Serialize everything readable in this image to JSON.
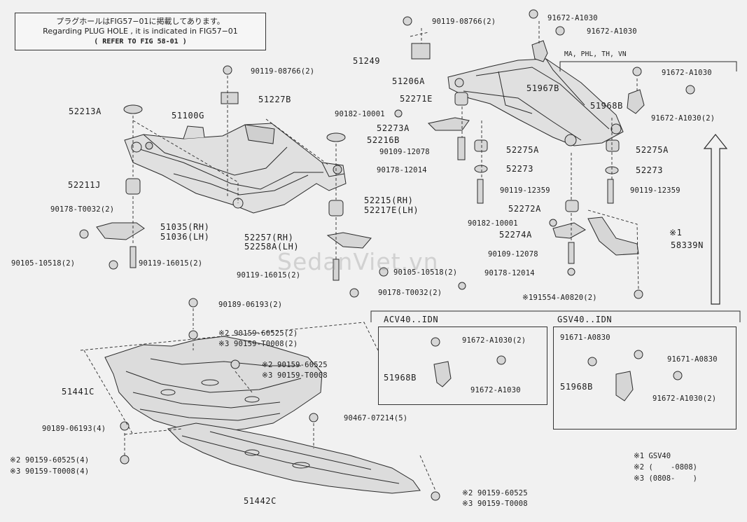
{
  "note": {
    "line1": "プラグホールはFIG57−01に掲載してあります。",
    "line2": "Regarding PLUG HOLE , it is indicated in FIG57−01",
    "line3": "( REFER TO FIG 58-01 )"
  },
  "watermark": "SedanViet.vn",
  "variant_note": "MA, PHL, TH, VN",
  "boxes": {
    "acv": {
      "title": "ACV40..IDN"
    },
    "gsv": {
      "title": "GSV40..IDN"
    }
  },
  "labels": [
    {
      "id": "90119-08766-top",
      "text": "90119-08766(2)"
    },
    {
      "id": "91672-a1030-a",
      "text": "91672-A1030"
    },
    {
      "id": "91672-a1030-b",
      "text": "91672-A1030"
    },
    {
      "id": "51249",
      "text": "51249"
    },
    {
      "id": "51206a",
      "text": "51206A"
    },
    {
      "id": "51967b",
      "text": "51967B"
    },
    {
      "id": "90119-08766-mid",
      "text": "90119-08766(2)"
    },
    {
      "id": "51227b",
      "text": "51227B"
    },
    {
      "id": "52271e",
      "text": "52271E"
    },
    {
      "id": "91672-a1030-c",
      "text": "91672-A1030"
    },
    {
      "id": "51968b-top",
      "text": "51968B"
    },
    {
      "id": "91672-a1030-2-top",
      "text": "91672-A1030(2)"
    },
    {
      "id": "90182-10001-top",
      "text": "90182-10001"
    },
    {
      "id": "52213a",
      "text": "52213A"
    },
    {
      "id": "51100g",
      "text": "51100G"
    },
    {
      "id": "52273a",
      "text": "52273A"
    },
    {
      "id": "52216b",
      "text": "52216B"
    },
    {
      "id": "90109-12078-top",
      "text": "90109-12078"
    },
    {
      "id": "52275a-mid",
      "text": "52275A"
    },
    {
      "id": "52275a-right",
      "text": "52275A"
    },
    {
      "id": "90178-12014-top",
      "text": "90178-12014"
    },
    {
      "id": "52273-mid",
      "text": "52273"
    },
    {
      "id": "52273-right",
      "text": "52273"
    },
    {
      "id": "52211j",
      "text": "52211J"
    },
    {
      "id": "90119-12359-mid",
      "text": "90119-12359"
    },
    {
      "id": "90119-12359-right",
      "text": "90119-12359"
    },
    {
      "id": "52215",
      "text": "52215(RH)"
    },
    {
      "id": "52217e",
      "text": "52217E(LH)"
    },
    {
      "id": "90178-t0032-left",
      "text": "90178-T0032(2)"
    },
    {
      "id": "52272a",
      "text": "52272A"
    },
    {
      "id": "51035",
      "text": "51035(RH)"
    },
    {
      "id": "51036",
      "text": "51036(LH)"
    },
    {
      "id": "90182-10001-mid",
      "text": "90182-10001"
    },
    {
      "id": "52257",
      "text": "52257(RH)"
    },
    {
      "id": "52258a",
      "text": "52258A(LH)"
    },
    {
      "id": "52274a",
      "text": "52274A"
    },
    {
      "id": "mark1-a",
      "text": "※1"
    },
    {
      "id": "58339n",
      "text": "58339N"
    },
    {
      "id": "90109-12078-low",
      "text": "90109-12078"
    },
    {
      "id": "90105-10518-left",
      "text": "90105-10518(2)"
    },
    {
      "id": "90119-16015-left",
      "text": "90119-16015(2)"
    },
    {
      "id": "90178-12014-low",
      "text": "90178-12014"
    },
    {
      "id": "90119-16015-mid",
      "text": "90119-16015(2)"
    },
    {
      "id": "90105-10518-mid",
      "text": "90105-10518(2)"
    },
    {
      "id": "191554",
      "text": "※191554-A0820(2)"
    },
    {
      "id": "90178-t0032-mid",
      "text": "90178-T0032(2)"
    },
    {
      "id": "90189-06193-top",
      "text": "90189-06193(2)"
    },
    {
      "id": "m2-60525-a",
      "text": "※2 90159-60525(2)"
    },
    {
      "id": "m3-t0008-a",
      "text": "※3 90159-T0008(2)"
    },
    {
      "id": "m2-60525-b",
      "text": "※2 90159-60525"
    },
    {
      "id": "m3-t0008-b",
      "text": "※3 90159-T0008"
    },
    {
      "id": "51441c",
      "text": "51441C"
    },
    {
      "id": "90467-07214",
      "text": "90467-07214(5)"
    },
    {
      "id": "90189-06193-low",
      "text": "90189-06193(4)"
    },
    {
      "id": "m2-60525-c",
      "text": "※2 90159-60525(4)"
    },
    {
      "id": "m3-t0008-c",
      "text": "※3 90159-T0008(4)"
    },
    {
      "id": "51442c",
      "text": "51442C"
    },
    {
      "id": "m2-60525-d",
      "text": "※2  90159-60525"
    },
    {
      "id": "m3-t0008-d",
      "text": "※3  90159-T0008"
    },
    {
      "id": "acv-91672-a1030-2",
      "text": "91672-A1030(2)"
    },
    {
      "id": "acv-51968b",
      "text": "51968B"
    },
    {
      "id": "acv-91672-a1030",
      "text": "91672-A1030"
    },
    {
      "id": "gsv-91671-a0830-a",
      "text": "91671-A0830"
    },
    {
      "id": "gsv-91671-a0830-b",
      "text": "91671-A0830"
    },
    {
      "id": "gsv-51968b",
      "text": "51968B"
    },
    {
      "id": "gsv-91672-a1030-2",
      "text": "91672-A1030(2)"
    }
  ],
  "legend": [
    "※1 GSV40",
    "※2 (    -0808)",
    "※3 (0808-    )"
  ]
}
